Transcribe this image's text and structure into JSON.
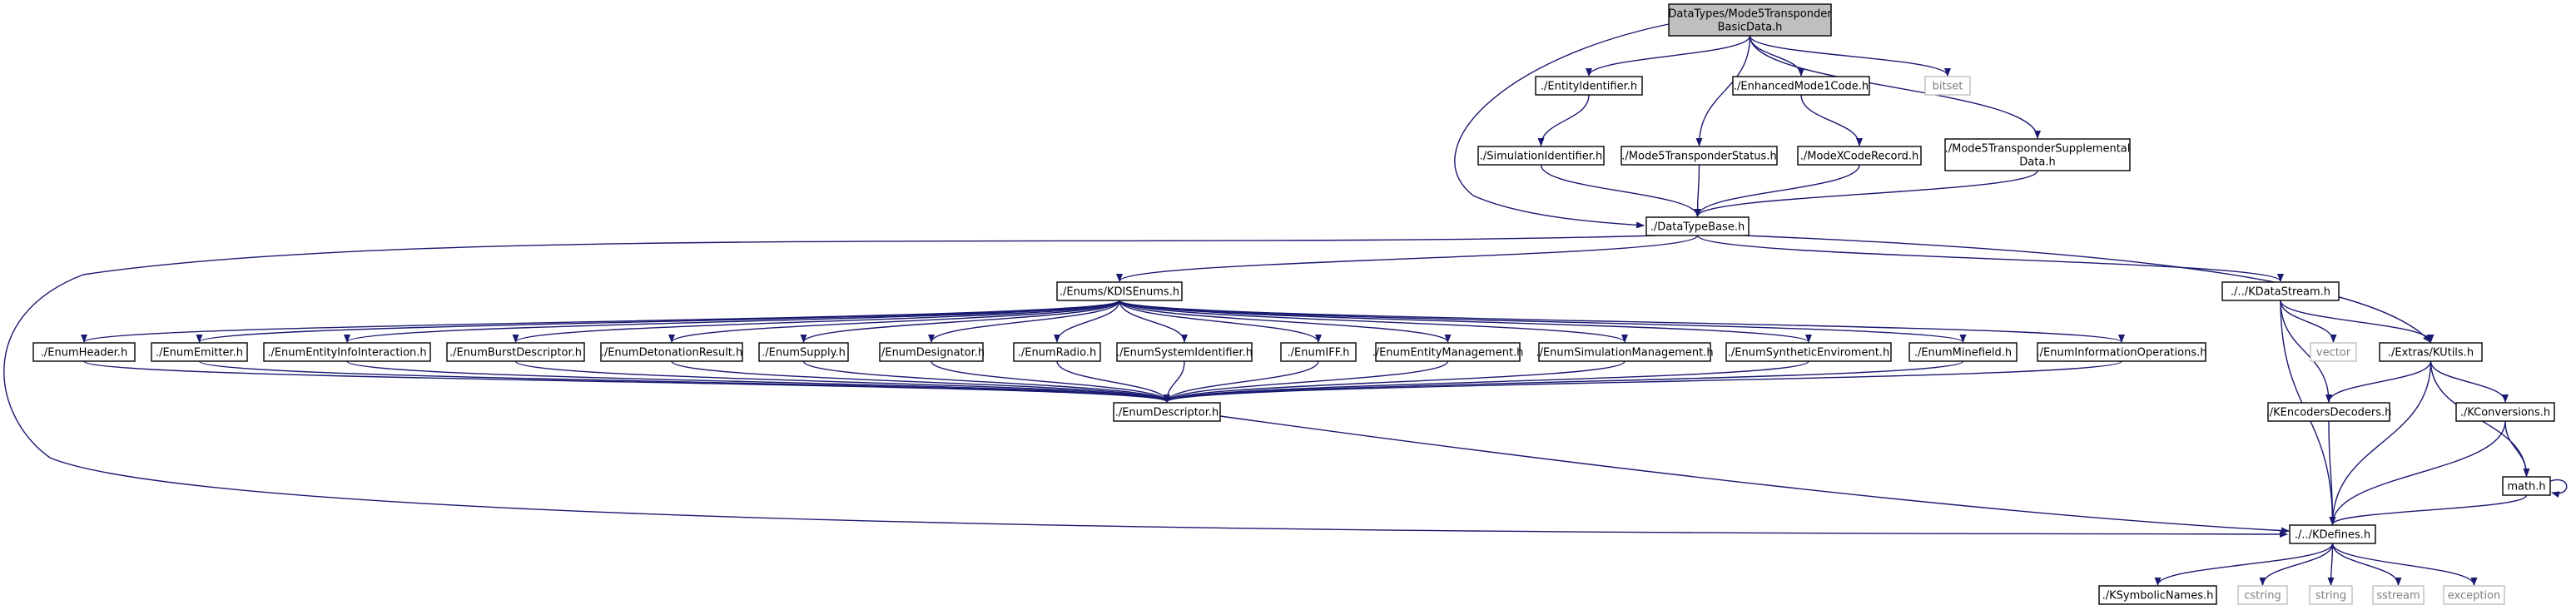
{
  "colors": {
    "edge": "#191970",
    "root_fill": "#bfbfbf",
    "node_fill": "#ffffff",
    "node_stroke": "#000000",
    "ext_stroke": "#bfbfbf",
    "ext_text": "#808080",
    "text": "#000000"
  },
  "nodes": [
    {
      "id": "root",
      "lines": [
        "DataTypes/Mode5Transponder",
        "BasicData.h"
      ],
      "kind": "root"
    },
    {
      "id": "entityid",
      "lines": [
        "./EntityIdentifier.h"
      ],
      "kind": "file"
    },
    {
      "id": "mode5status",
      "lines": [
        "./Mode5TransponderStatus.h"
      ],
      "kind": "file"
    },
    {
      "id": "enhmode1",
      "lines": [
        "./EnhancedMode1Code.h"
      ],
      "kind": "file"
    },
    {
      "id": "bitset",
      "lines": [
        "bitset"
      ],
      "kind": "ext"
    },
    {
      "id": "simid",
      "lines": [
        "./SimulationIdentifier.h"
      ],
      "kind": "file"
    },
    {
      "id": "modexcode",
      "lines": [
        "./ModeXCodeRecord.h"
      ],
      "kind": "file"
    },
    {
      "id": "mode5supp",
      "lines": [
        "./Mode5TransponderSupplemental",
        "Data.h"
      ],
      "kind": "file"
    },
    {
      "id": "dtbase",
      "lines": [
        "./DataTypeBase.h"
      ],
      "kind": "file"
    },
    {
      "id": "kdisenums",
      "lines": [
        "./Enums/KDISEnums.h"
      ],
      "kind": "file"
    },
    {
      "id": "kdatastream",
      "lines": [
        "./../KDataStream.h"
      ],
      "kind": "file"
    },
    {
      "id": "enumheader",
      "lines": [
        "./EnumHeader.h"
      ],
      "kind": "file"
    },
    {
      "id": "enumemitter",
      "lines": [
        "./EnumEmitter.h"
      ],
      "kind": "file"
    },
    {
      "id": "enumentityinfo",
      "lines": [
        "./EnumEntityInfoInteraction.h"
      ],
      "kind": "file"
    },
    {
      "id": "enumburst",
      "lines": [
        "./EnumBurstDescriptor.h"
      ],
      "kind": "file"
    },
    {
      "id": "enumdetonation",
      "lines": [
        "./EnumDetonationResult.h"
      ],
      "kind": "file"
    },
    {
      "id": "enumsupply",
      "lines": [
        "./EnumSupply.h"
      ],
      "kind": "file"
    },
    {
      "id": "enumdesignator",
      "lines": [
        "./EnumDesignator.h"
      ],
      "kind": "file"
    },
    {
      "id": "enumradio",
      "lines": [
        "./EnumRadio.h"
      ],
      "kind": "file"
    },
    {
      "id": "enumsysid",
      "lines": [
        "./EnumSystemIdentifier.h"
      ],
      "kind": "file"
    },
    {
      "id": "enumiff",
      "lines": [
        "./EnumIFF.h"
      ],
      "kind": "file"
    },
    {
      "id": "enumentitymgmt",
      "lines": [
        "./EnumEntityManagement.h"
      ],
      "kind": "file"
    },
    {
      "id": "enumsimmgmt",
      "lines": [
        "./EnumSimulationManagement.h"
      ],
      "kind": "file"
    },
    {
      "id": "enumsynth",
      "lines": [
        "./EnumSyntheticEnviroment.h"
      ],
      "kind": "file"
    },
    {
      "id": "enumminefield",
      "lines": [
        "./EnumMinefield.h"
      ],
      "kind": "file"
    },
    {
      "id": "enuminfoops",
      "lines": [
        "./EnumInformationOperations.h"
      ],
      "kind": "file"
    },
    {
      "id": "vector",
      "lines": [
        "vector"
      ],
      "kind": "ext"
    },
    {
      "id": "kutils",
      "lines": [
        "./Extras/KUtils.h"
      ],
      "kind": "file"
    },
    {
      "id": "enumdesc",
      "lines": [
        "./EnumDescriptor.h"
      ],
      "kind": "file"
    },
    {
      "id": "kencdec",
      "lines": [
        "./KEncodersDecoders.h"
      ],
      "kind": "file"
    },
    {
      "id": "kconv",
      "lines": [
        "./KConversions.h"
      ],
      "kind": "file"
    },
    {
      "id": "math",
      "lines": [
        "math.h"
      ],
      "kind": "file"
    },
    {
      "id": "kdefines",
      "lines": [
        "./../KDefines.h"
      ],
      "kind": "file"
    },
    {
      "id": "ksymbolic",
      "lines": [
        "./KSymbolicNames.h"
      ],
      "kind": "file"
    },
    {
      "id": "cstring",
      "lines": [
        "cstring"
      ],
      "kind": "ext"
    },
    {
      "id": "string",
      "lines": [
        "string"
      ],
      "kind": "ext"
    },
    {
      "id": "sstream",
      "lines": [
        "sstream"
      ],
      "kind": "ext"
    },
    {
      "id": "exception",
      "lines": [
        "exception"
      ],
      "kind": "ext"
    }
  ],
  "edges": [
    [
      "root",
      "entityid"
    ],
    [
      "root",
      "dtbase"
    ],
    [
      "root",
      "mode5status"
    ],
    [
      "root",
      "enhmode1"
    ],
    [
      "root",
      "bitset"
    ],
    [
      "root",
      "mode5supp"
    ],
    [
      "entityid",
      "simid"
    ],
    [
      "simid",
      "dtbase"
    ],
    [
      "mode5status",
      "dtbase"
    ],
    [
      "enhmode1",
      "modexcode"
    ],
    [
      "modexcode",
      "dtbase"
    ],
    [
      "mode5supp",
      "dtbase"
    ],
    [
      "dtbase",
      "kdisenums"
    ],
    [
      "dtbase",
      "kdatastream"
    ],
    [
      "dtbase",
      "kutils"
    ],
    [
      "dtbase",
      "kdefines"
    ],
    [
      "kdisenums",
      "enumheader"
    ],
    [
      "kdisenums",
      "enumemitter"
    ],
    [
      "kdisenums",
      "enumentityinfo"
    ],
    [
      "kdisenums",
      "enumburst"
    ],
    [
      "kdisenums",
      "enumdetonation"
    ],
    [
      "kdisenums",
      "enumsupply"
    ],
    [
      "kdisenums",
      "enumdesignator"
    ],
    [
      "kdisenums",
      "enumradio"
    ],
    [
      "kdisenums",
      "enumsysid"
    ],
    [
      "kdisenums",
      "enumiff"
    ],
    [
      "kdisenums",
      "enumentitymgmt"
    ],
    [
      "kdisenums",
      "enumsimmgmt"
    ],
    [
      "kdisenums",
      "enumsynth"
    ],
    [
      "kdisenums",
      "enumminefield"
    ],
    [
      "kdisenums",
      "enuminfoops"
    ],
    [
      "enumheader",
      "enumdesc"
    ],
    [
      "enumemitter",
      "enumdesc"
    ],
    [
      "enumentityinfo",
      "enumdesc"
    ],
    [
      "enumburst",
      "enumdesc"
    ],
    [
      "enumdetonation",
      "enumdesc"
    ],
    [
      "enumsupply",
      "enumdesc"
    ],
    [
      "enumdesignator",
      "enumdesc"
    ],
    [
      "enumradio",
      "enumdesc"
    ],
    [
      "enumsysid",
      "enumdesc"
    ],
    [
      "enumiff",
      "enumdesc"
    ],
    [
      "enumentitymgmt",
      "enumdesc"
    ],
    [
      "enumsimmgmt",
      "enumdesc"
    ],
    [
      "enumsynth",
      "enumdesc"
    ],
    [
      "enumminefield",
      "enumdesc"
    ],
    [
      "enuminfoops",
      "enumdesc"
    ],
    [
      "enumdesc",
      "kdefines"
    ],
    [
      "kdatastream",
      "vector"
    ],
    [
      "kdatastream",
      "kutils"
    ],
    [
      "kdatastream",
      "kencdec"
    ],
    [
      "kdatastream",
      "kdefines"
    ],
    [
      "kutils",
      "kencdec"
    ],
    [
      "kutils",
      "kconv"
    ],
    [
      "kutils",
      "math"
    ],
    [
      "kutils",
      "kdefines"
    ],
    [
      "kencdec",
      "kdefines"
    ],
    [
      "kconv",
      "math"
    ],
    [
      "kconv",
      "kdefines"
    ],
    [
      "math",
      "math"
    ],
    [
      "math",
      "kdefines"
    ],
    [
      "kdefines",
      "ksymbolic"
    ],
    [
      "kdefines",
      "cstring"
    ],
    [
      "kdefines",
      "string"
    ],
    [
      "kdefines",
      "sstream"
    ],
    [
      "kdefines",
      "exception"
    ]
  ]
}
